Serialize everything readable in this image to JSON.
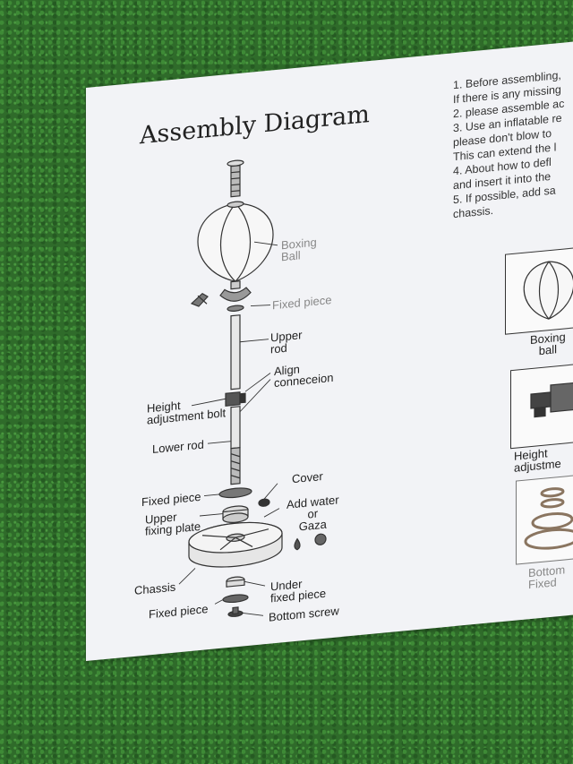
{
  "title": "Assembly Diagram",
  "instructions": [
    "1. Before assembling,",
    "If there is any missing",
    "2. please assemble ac",
    "3. Use an inflatable re",
    "please don't blow to",
    "This can extend the l",
    "4. About how to defl",
    "and insert it into the",
    "5. If possible, add sa",
    "chassis."
  ],
  "labels": {
    "boxing_ball": "Boxing\nBall",
    "fixed_piece_top": "Fixed piece",
    "upper_rod": "Upper\nrod",
    "align_connection": "Align\nconneceion",
    "height_bolt": "Height\nadjustment bolt",
    "lower_rod": "Lower rod",
    "fixed_piece_mid": "Fixed piece",
    "cover": "Cover",
    "upper_fixing_plate": "Upper\nfixing plate",
    "add_water": "Add water\nor\nGaza",
    "chassis": "Chassis",
    "under_fixed_piece": "Under\nfixed piece",
    "fixed_piece_bottom": "Fixed piece",
    "bottom_screw": "Bottom screw"
  },
  "thumbnails": {
    "boxing_ball": "Boxing\nball",
    "height_adjust": "Height\nadjustme",
    "bottom_fixed": "Bottom\nFixed"
  },
  "colors": {
    "paper": "#f2f3f6",
    "grass": "#2f6b2a",
    "ink": "#222222"
  }
}
